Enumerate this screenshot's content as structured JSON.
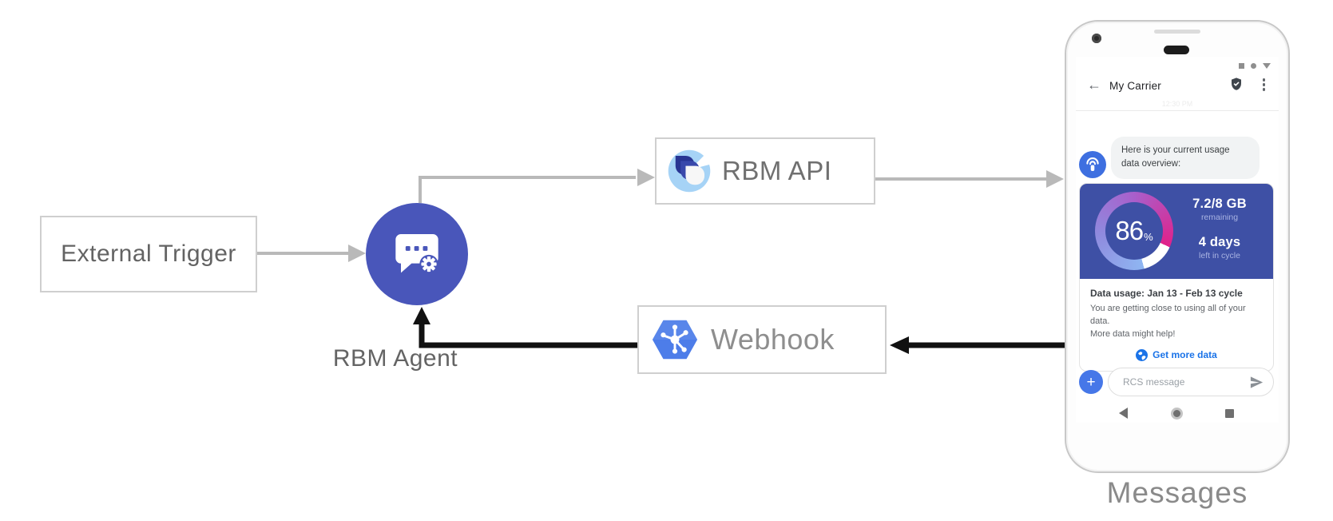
{
  "colors": {
    "arrow_gray": "#b9b9b9",
    "arrow_black": "#111111",
    "agent_circle_blue": "#4956ba",
    "card_blue": "#3e50a5",
    "gauge_gradient": [
      "#8fb6f2",
      "#8f8ade",
      "#a95fcb",
      "#e0218a"
    ],
    "link_blue": "#1a73e8",
    "avatar_blue": "#3e6fe0",
    "plus_button_blue": "#4677e8",
    "webhook_hexagon_blue": "#4d7de9",
    "rbm_logo_light_blue": "#a6d3f6",
    "rbm_logo_dark_blue": "#283593",
    "rbm_logo_mid_blue": "#3949ab"
  },
  "diagram": {
    "external_trigger_label": "External Trigger",
    "rbm_agent_label": "RBM Agent",
    "rbm_api_label": "RBM API",
    "webhook_label": "Webhook",
    "phone_caption": "Messages",
    "icons": {
      "rbm_agent": "chat-bubble-gear-icon",
      "rbm_api": "rcs-droplets-logo-icon",
      "webhook": "hexagon-hub-spoke-icon"
    }
  },
  "phone": {
    "status_icons": [
      "square",
      "circle",
      "triangle-down"
    ],
    "header": {
      "back_icon": "←",
      "title": "My Carrier",
      "badge_icon": "verified-shield-icon",
      "menu_icon": "kebab-menu-icon"
    },
    "timestamp": "12:30 PM",
    "message": {
      "avatar_icon": "broadcast-antenna-icon",
      "bubble_text": "Here is your current usage data overview:"
    },
    "usage_card": {
      "chart": {
        "type": "donut",
        "percent": 86,
        "gap_percent": 14
      },
      "percent": "86",
      "percent_unit": "%",
      "remaining_value": "7.2/8 GB",
      "remaining_label": "remaining",
      "days_value": "4 days",
      "days_label": "left in cycle",
      "title": "Data usage: Jan 13 - Feb 13 cycle",
      "body_line1": "You are getting close to using all of your data.",
      "body_line2": "More data might help!",
      "action_icon": "globe-icon",
      "action_label": "Get more data"
    },
    "compose": {
      "plus_label": "+",
      "placeholder": "RCS message",
      "send_icon": "paper-plane-icon"
    },
    "navbar_icons": [
      "back-triangle",
      "home-circle",
      "recent-square"
    ]
  }
}
